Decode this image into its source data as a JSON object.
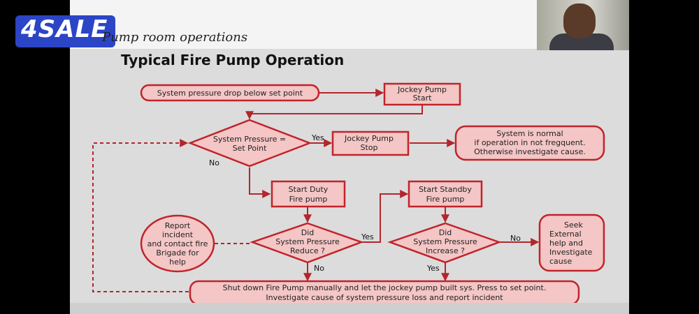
{
  "header": {
    "logo": "4SALE",
    "subtitle": "Pump room operations",
    "title": "Typical Fire Pump Operation"
  },
  "flow": {
    "pressure_drop": "System pressure drop below set point",
    "jockey_start": [
      "Jockey Pump",
      "Start"
    ],
    "pressure_check": [
      "System Pressure =",
      "Set Point"
    ],
    "jockey_stop": [
      "Jockey Pump",
      "Stop"
    ],
    "system_normal": [
      "System is normal",
      "if operation in not fregquent.",
      "Otherwise investigate cause."
    ],
    "start_duty": [
      "Start Duty",
      "Fire pump"
    ],
    "start_standby": [
      "Start Standby",
      "Fire pump"
    ],
    "report_incident": [
      "Report",
      "incident",
      "and contact fire",
      "Brigade for",
      "help"
    ],
    "did_reduce": [
      "Did",
      "System Pressure",
      "Reduce ?"
    ],
    "did_increase": [
      "Did",
      "System Pressure",
      "Increase ?"
    ],
    "seek_help": [
      "Seek",
      "External",
      "help and",
      "Investigate",
      "cause"
    ],
    "shutdown": [
      "Shut down Fire Pump manually and let the jockey pump built sys. Press to set point.",
      "Investigate cause of system pressure loss and report incident"
    ],
    "labels": {
      "yes": "Yes",
      "no": "No",
      "yes_reduce": "Yes",
      "no_reduce": "No",
      "no_increase": "No",
      "yes_increase": "Yes"
    }
  },
  "colors": {
    "node_fill": "#f4c6c6",
    "node_stroke": "#c0242a",
    "arrow": "#b3262c",
    "logo_bg": "#2b45c6"
  }
}
